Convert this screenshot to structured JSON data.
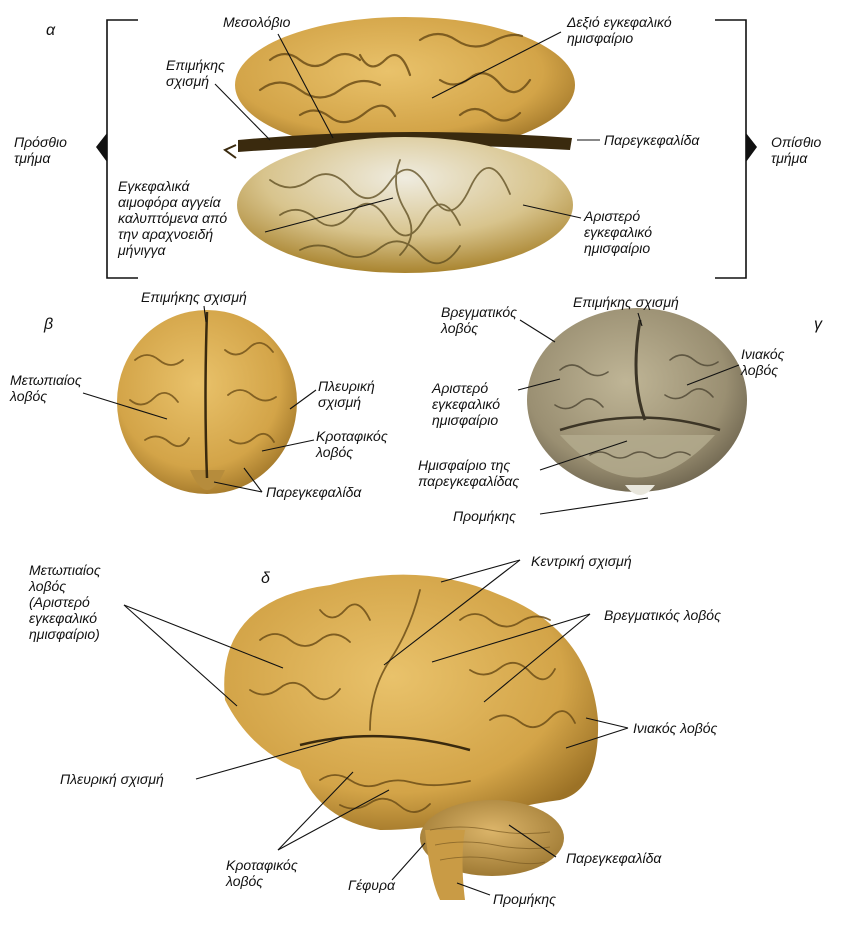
{
  "colors": {
    "brain_fill": "#d9ad52",
    "brain_shade": "#b7862e",
    "fissure": "#4a3310",
    "meninges": "#e6e2cf",
    "grey_brain": "#a39a7d",
    "grey_shade": "#6f6650",
    "leader_line": "#111111"
  },
  "panel_a": {
    "letter": "α",
    "labels": {
      "mesolobio": "Μεσολόβιο",
      "right_hemisphere": [
        "Δεξιό εγκεφαλικό",
        "ημισφαίριο"
      ],
      "longitudinal_fissure": [
        "Επιμήκης",
        "σχισμή"
      ],
      "cerebellum": "Παρεγκεφαλίδα",
      "anterior": [
        "Πρόσθιο",
        "τμήμα"
      ],
      "posterior": [
        "Οπίσθιο",
        "τμήμα"
      ],
      "vessels": [
        "Εγκεφαλικά",
        "αιμοφόρα αγγεία",
        "καλυπτόμενα από",
        "την αραχνοειδή",
        "μήνιγγα"
      ],
      "left_hemisphere": [
        "Αριστερό",
        "εγκεφαλικό",
        "ημισφαίριο"
      ]
    }
  },
  "panel_b": {
    "letter": "β",
    "labels": {
      "longitudinal_fissure": "Επιμήκης σχισμή",
      "frontal_lobe": [
        "Μετωπιαίος",
        "λοβός"
      ],
      "lateral_fissure": [
        "Πλευρική",
        "σχισμή"
      ],
      "temporal_lobe": [
        "Κροταφικός",
        "λοβός"
      ],
      "cerebellum": "Παρεγκεφαλίδα"
    }
  },
  "panel_c": {
    "letter": "γ",
    "labels": {
      "parietal_lobe": [
        "Βρεγματικός",
        "λοβός"
      ],
      "longitudinal_fissure": "Επιμήκης σχισμή",
      "occipital_lobe": [
        "Ινιακός",
        "λοβός"
      ],
      "left_hemisphere": [
        "Αριστερό",
        "εγκεφαλικό",
        "ημισφαίριο"
      ],
      "cerebellar_hemisphere": [
        "Ημισφαίριο της",
        "παρεγκεφαλίδας"
      ],
      "medulla": "Προμήκης"
    }
  },
  "panel_d": {
    "letter": "δ",
    "labels": {
      "frontal_lobe": [
        "Μετωπιαίος",
        "λοβός",
        "(Αριστερό",
        "εγκεφαλικό",
        "ημισφαίριο)"
      ],
      "central_sulcus": "Κεντρική σχισμή",
      "parietal_lobe": "Βρεγματικός λοβός",
      "occipital_lobe": "Ινιακός λοβός",
      "lateral_fissure": "Πλευρική σχισμή",
      "cerebellum": "Παρεγκεφαλίδα",
      "temporal_lobe": [
        "Κροταφικός",
        "λοβός"
      ],
      "pons": "Γέφυρα",
      "medulla": "Προμήκης"
    }
  }
}
